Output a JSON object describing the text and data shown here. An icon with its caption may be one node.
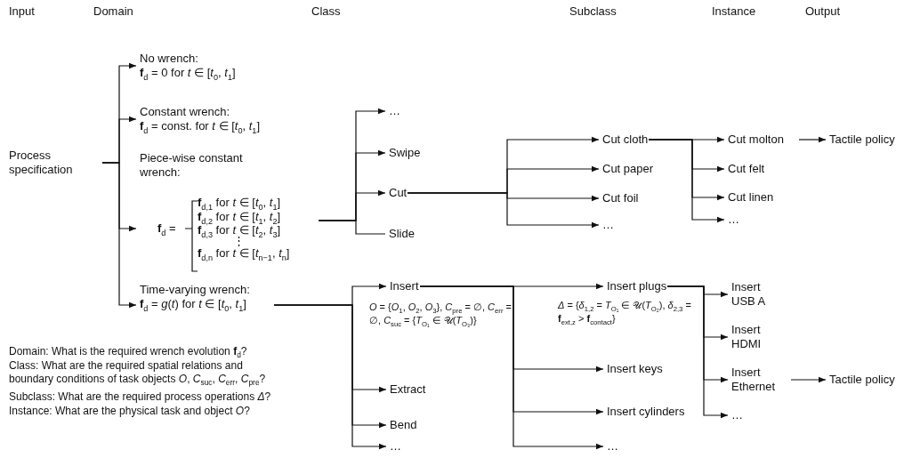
{
  "diagram": {
    "nodes": [
      {
        "text": [
          "Process specification"
        ]
      },
      {
        "text": [
          "No wrench:",
          "**f**$_{d}$ = 0 for *t* ∈ [*t*$_{0}$, *t*$_{1}$]"
        ]
      },
      {
        "text": [
          "Constant wrench:",
          "**f**$_{d}$ = const. for *t* ∈ [*t*$_{0}$, *t*$_{1}$]"
        ]
      },
      {
        "text": [
          "Piece-wise constant wrench:",
          "**f**$_{d}$ =",
          "**f**$_{d,1}$ for *t* ∈ [*t*$_{0}$, *t*$_{1}$]",
          "**f**$_{d,2}$ for *t* ∈ [*t*$_{1}$, *t*$_{2}$]",
          "**f**$_{d,3}$ for *t* ∈ [*t*$_{2}$, *t*$_{3}$]",
          "⋮",
          "**f**$_{d,n}$ for *t* ∈ [*t*$_{n−1}$, *t*$_{n}$]"
        ]
      },
      {
        "text": [
          "Time-varying wrench:",
          "**f**$_{d}$ = *g*(*t*) for *t* ∈ [*t*$_{0}$, *t*$_{1}$]"
        ]
      },
      {
        "text": [
          "…"
        ]
      },
      {
        "text": [
          "Swipe"
        ]
      },
      {
        "text": [
          "Cut"
        ]
      },
      {
        "text": [
          "Slide"
        ]
      },
      {
        "text": [
          "Insert"
        ],
        "beside": [
          "*O* = {*O*$_{1}$, *O*$_{2}$, *O*$_{3}$}, *C*$_{pre}$ = ∅, *C*$_{err}$ = ∅, *C*$_{suc}$ = {*T*$_{O₁}$ ∈ 𝒰(*T*$_{O₃}$)}"
        ]
      },
      {
        "text": [
          "Extract"
        ]
      },
      {
        "text": [
          "Bend"
        ]
      },
      {
        "text": [
          "…"
        ]
      },
      {
        "text": [
          "Cut cloth"
        ]
      },
      {
        "text": [
          "Cut paper"
        ]
      },
      {
        "text": [
          "Cut foil"
        ]
      },
      {
        "text": [
          "…"
        ]
      },
      {
        "text": [
          "Insert plugs"
        ],
        "beside": [
          "*Δ* = {*δ*$_{1,2}$ = *T*$_{O₁}$ ∈ 𝒰(*T*$_{O₂}$), *δ*$_{2,3}$ = **f**$_{ext,z}$ > **f**$_{contact}$}"
        ]
      },
      {
        "text": [
          "Insert keys"
        ]
      },
      {
        "text": [
          "Insert cylinders"
        ]
      },
      {
        "text": [
          "…"
        ]
      },
      {
        "text": [
          "Cut molton"
        ]
      },
      {
        "text": [
          "Cut felt"
        ]
      },
      {
        "text": [
          "Cut linen"
        ]
      },
      {
        "text": [
          "…"
        ]
      },
      {
        "text": [
          "Insert USB A"
        ]
      },
      {
        "text": [
          "Insert HDMI"
        ]
      },
      {
        "text": [
          "Insert Ethernet"
        ]
      },
      {
        "text": [
          "…"
        ]
      },
      {
        "text": [
          "Tactile policy"
        ]
      },
      {
        "text": [
          "Tactile policy"
        ]
      }
    ],
    "edges": [
      {
        "from": 0,
        "to": 1,
        "arrow": "to"
      },
      {
        "from": 0,
        "to": 2,
        "arrow": "to"
      },
      {
        "from": 0,
        "to": 3,
        "arrow": "to"
      },
      {
        "from": 0,
        "to": 4,
        "arrow": "to"
      },
      {
        "from": 3,
        "to": 5,
        "arrow": "to"
      },
      {
        "from": 3,
        "to": 6,
        "arrow": "to"
      },
      {
        "from": 3,
        "to": 7,
        "arrow": "to"
      },
      {
        "from": 3,
        "to": 8,
        "arrow": "none"
      },
      {
        "from": 4,
        "to": 9,
        "arrow": "to"
      },
      {
        "from": 4,
        "to": 10,
        "arrow": "to"
      },
      {
        "from": 4,
        "to": 11,
        "arrow": "to"
      },
      {
        "from": 4,
        "to": 12,
        "arrow": "to"
      },
      {
        "from": 7,
        "to": 13,
        "arrow": "to"
      },
      {
        "from": 7,
        "to": 14,
        "arrow": "to"
      },
      {
        "from": 7,
        "to": 15,
        "arrow": "to"
      },
      {
        "from": 7,
        "to": 16,
        "arrow": "to"
      },
      {
        "from": 9,
        "to": 17,
        "arrow": "to"
      },
      {
        "from": 9,
        "to": 18,
        "arrow": "to"
      },
      {
        "from": 9,
        "to": 19,
        "arrow": "to"
      },
      {
        "from": 9,
        "to": 20,
        "arrow": "to"
      },
      {
        "from": 13,
        "to": 21,
        "arrow": "to"
      },
      {
        "from": 13,
        "to": 22,
        "arrow": "to"
      },
      {
        "from": 13,
        "to": 23,
        "arrow": "to"
      },
      {
        "from": 13,
        "to": 24,
        "arrow": "to"
      },
      {
        "from": 17,
        "to": 25,
        "arrow": "to"
      },
      {
        "from": 17,
        "to": 26,
        "arrow": "to"
      },
      {
        "from": 17,
        "to": 27,
        "arrow": "to"
      },
      {
        "from": 17,
        "to": 28,
        "arrow": "to"
      },
      {
        "from": 21,
        "to": 29,
        "arrow": "to"
      },
      {
        "from": 27,
        "to": 30,
        "arrow": "to"
      }
    ],
    "labels": [
      "Input",
      "Domain",
      "Class",
      "Subclass",
      "Instance",
      "Output",
      "Domain: What is the required wrench evolution **f**$_{d}$?",
      "Class: What are the required spatial relations and boundary conditions of task objects *O*, *C*$_{suc}$, *C*$_{err}$, *C*$_{pre}$?",
      "Subclass: What are the required process operations *Δ*?",
      "Instance: What are the physical task and object *O*?"
    ]
  }
}
